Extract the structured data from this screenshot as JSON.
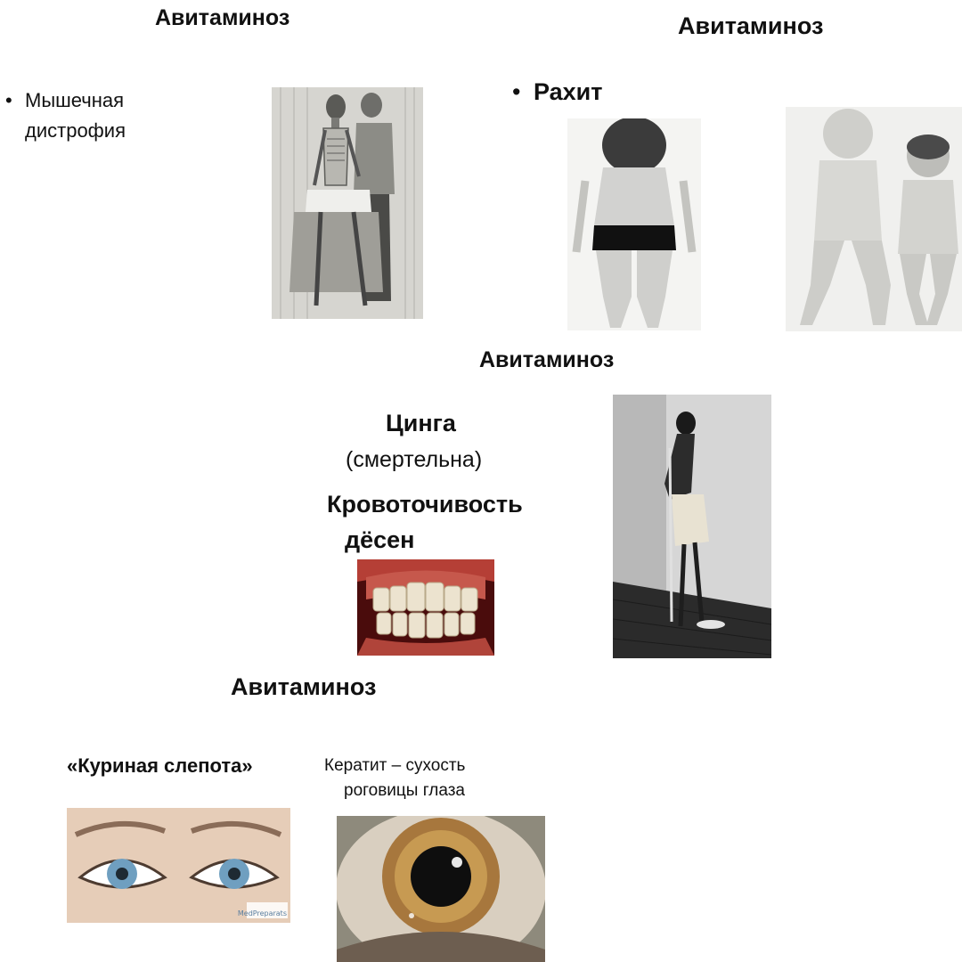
{
  "slides": [
    {
      "title": "Авитаминоз",
      "bullet": "Мышечная дистрофия",
      "bullet_line1": "Мышечная",
      "bullet_line2": "дистрофия"
    },
    {
      "title": "Авитаминоз",
      "bullet": "Рахит"
    },
    {
      "title": "Авитаминоз",
      "heading": "Цинга",
      "subheading": "(смертельна)",
      "gums_line1": "Кровоточивость",
      "gums_line2": "дёсен"
    },
    {
      "title": "Авитаминоз",
      "night_blindness": "«Куриная слепота»",
      "keratitis_line1": "Кератит – сухость",
      "keratitis_line2": "роговицы глаза",
      "watermark": "MedPreparats"
    }
  ],
  "icons": {
    "bullet": "bullet-dot-icon"
  }
}
